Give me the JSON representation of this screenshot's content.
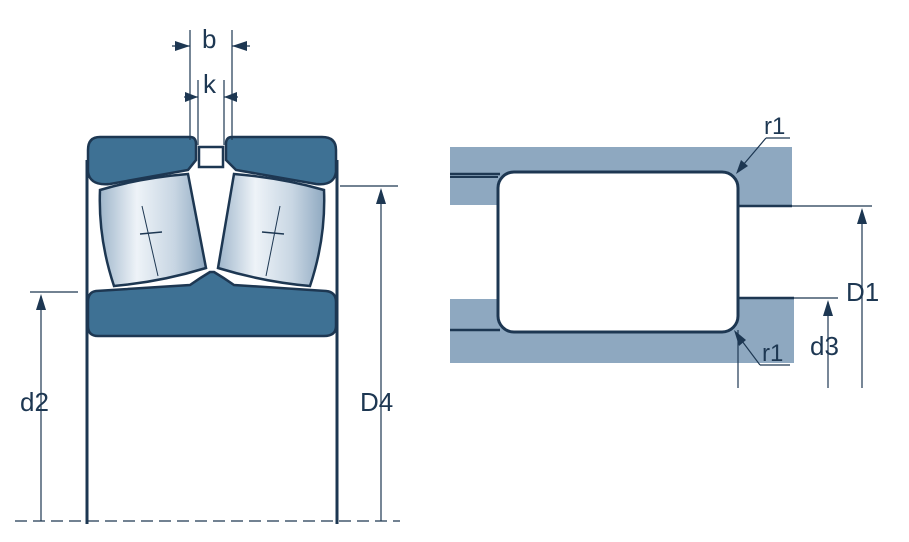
{
  "colors": {
    "ink": "#1d3752",
    "steel_dark": "#3e7194",
    "steel_light": "#8ea8c0",
    "roller_light": "#e8eef4",
    "roller_mid": "#a9bfd3",
    "housing_fill": "#8ea8c0"
  },
  "labels": {
    "b": "b",
    "k": "k",
    "d2": "d2",
    "D4": "D4",
    "D1": "D1",
    "d3": "d3",
    "r1_top": "r1",
    "r1_bottom": "r1"
  }
}
